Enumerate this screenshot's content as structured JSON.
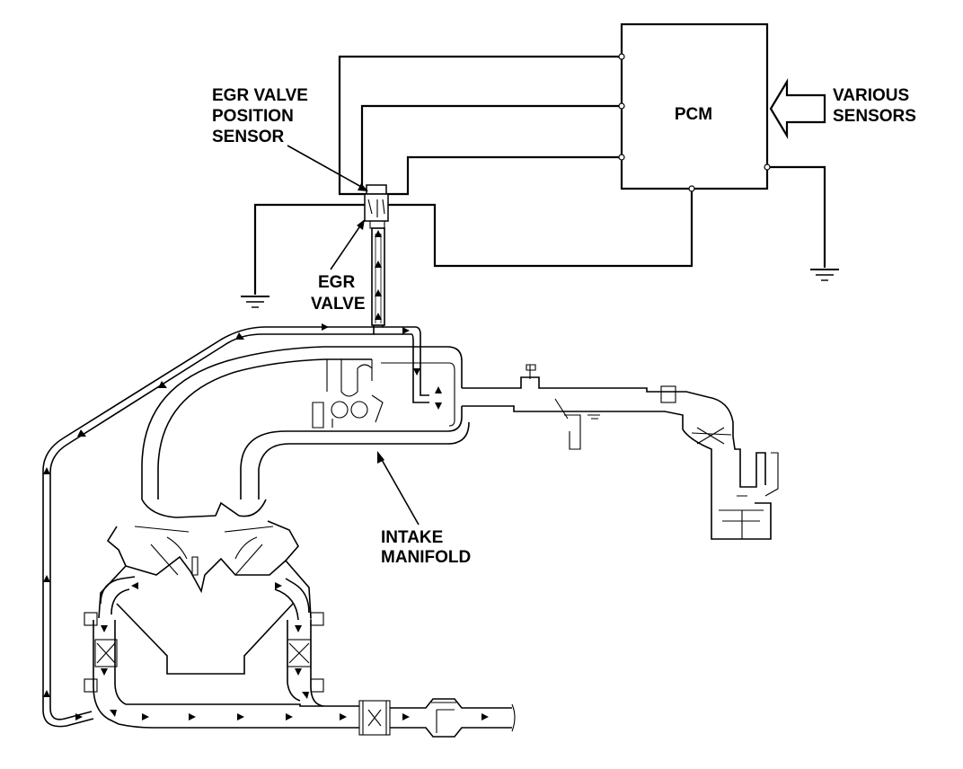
{
  "labels": {
    "pcm": "PCM",
    "various_sensors": [
      "VARIOUS",
      "SENSORS"
    ],
    "egr_valve_position_sensor": [
      "EGR VALVE",
      "POSITION",
      "SENSOR"
    ],
    "egr_valve": [
      "EGR",
      "VALVE"
    ],
    "intake_manifold": [
      "INTAKE",
      "MANIFOLD"
    ]
  }
}
